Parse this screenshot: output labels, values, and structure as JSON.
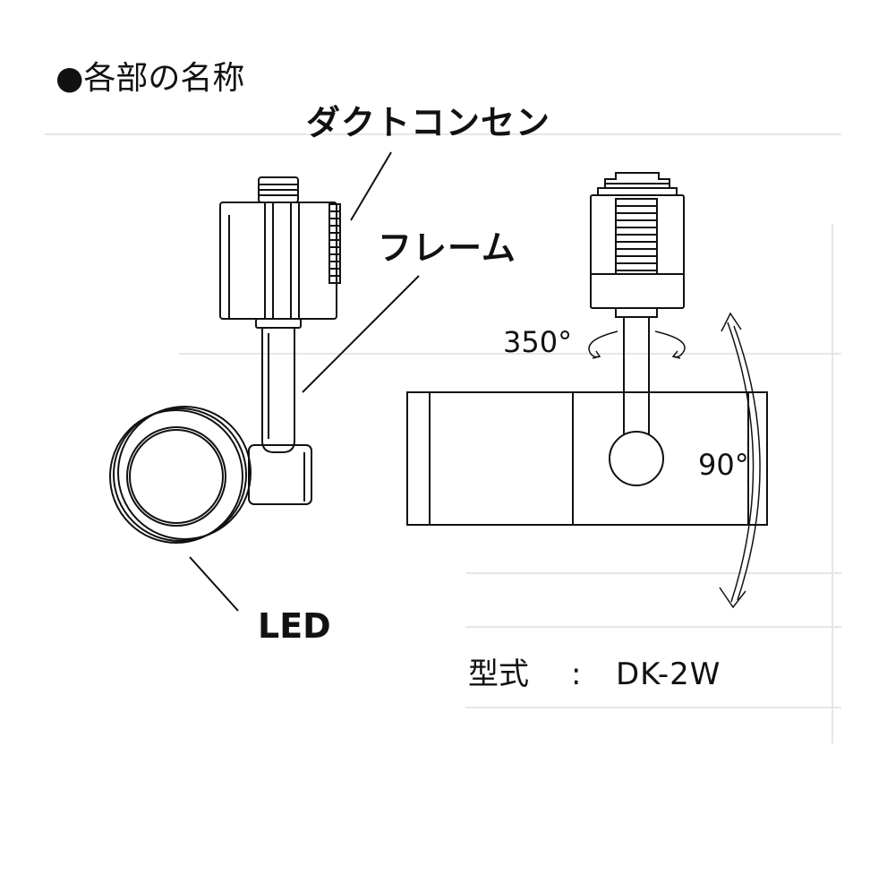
{
  "heading": "●各部の名称",
  "labels": {
    "duct_outlet": "ダクトコンセン",
    "frame": "フレーム",
    "led": "LED",
    "rotation": "350°",
    "tilt": "90°"
  },
  "model": {
    "key": "型式",
    "separator": ":",
    "value": "DK-2W"
  }
}
